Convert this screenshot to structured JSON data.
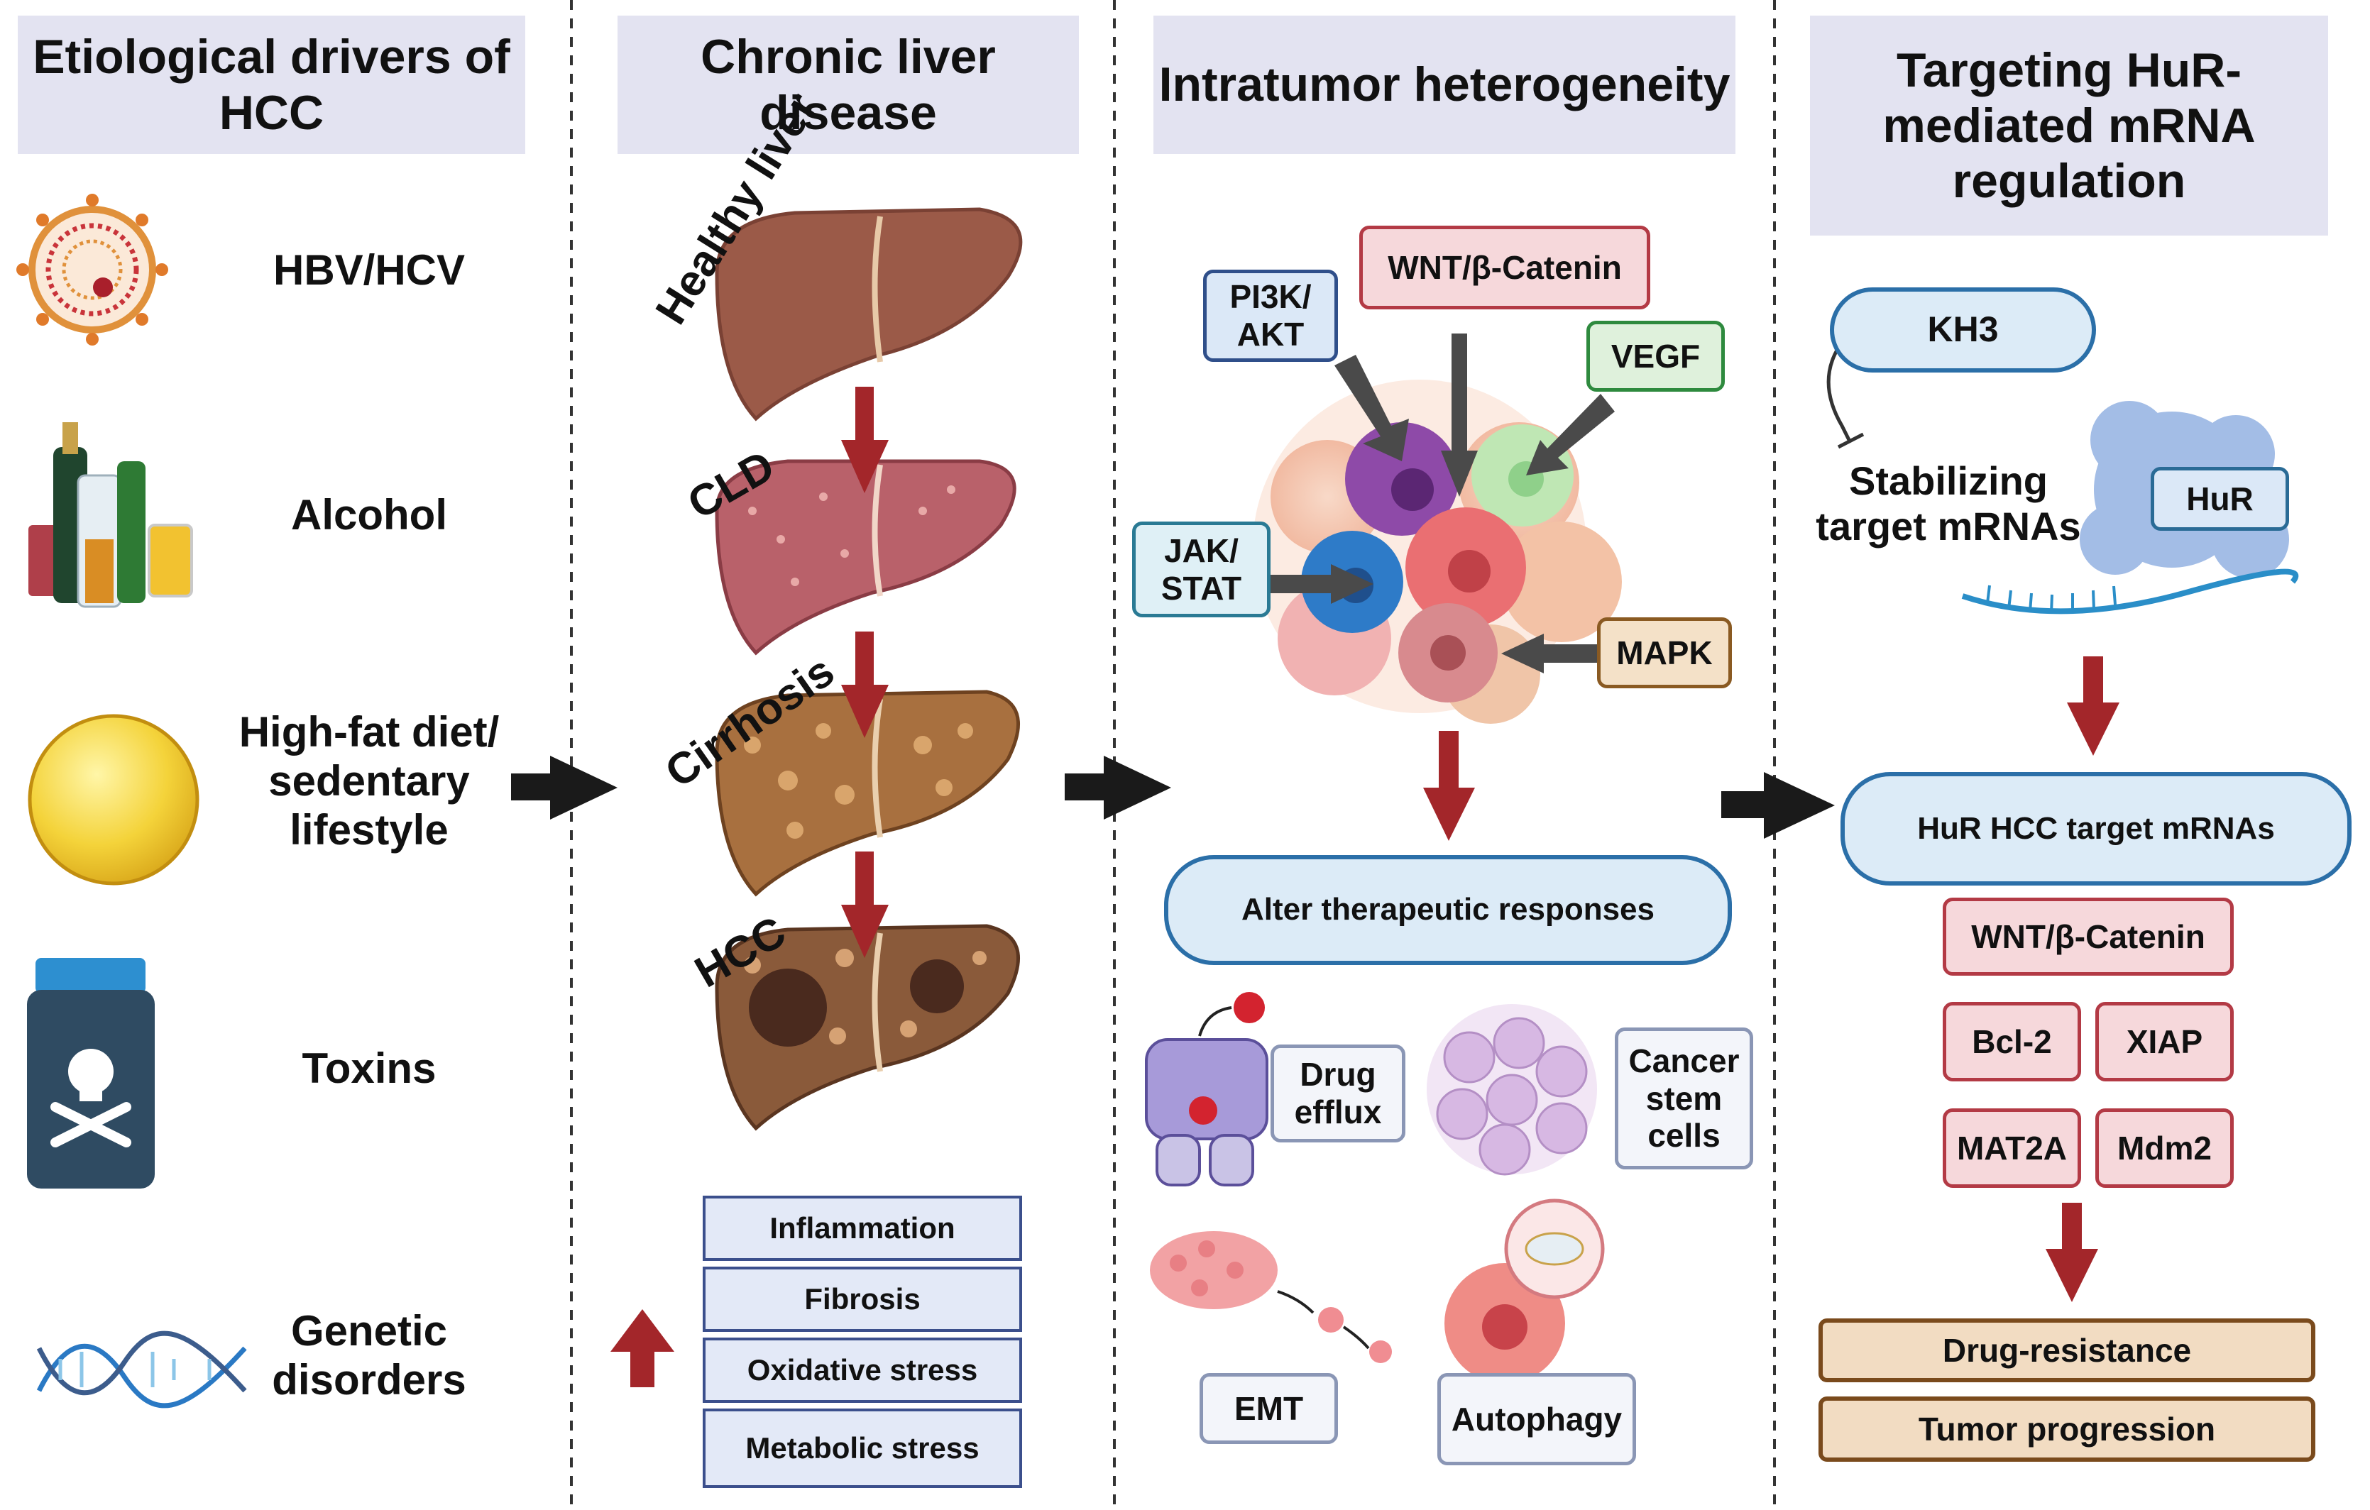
{
  "columns": {
    "col1": {
      "title": "Etiological drivers of HCC"
    },
    "col2": {
      "title": "Chronic liver disease"
    },
    "col3": {
      "title": "Intratumor heterogeneity"
    },
    "col4": {
      "title": "Targeting HuR-mediated mRNA regulation"
    }
  },
  "drivers": [
    "HBV/HCV",
    "Alcohol",
    "High-fat diet/ sedentary lifestyle",
    "Toxins",
    "Genetic disorders"
  ],
  "liver_stages": [
    "Healthy liver",
    "CLD",
    "Cirrhosis",
    "HCC"
  ],
  "stress_factors": [
    "Inflammation",
    "Fibrosis",
    "Oxidative stress",
    "Metabolic stress"
  ],
  "pathways": {
    "pi3k": "PI3K/ AKT",
    "wnt": "WNT/β-Catenin",
    "vegf": "VEGF",
    "jak": "JAK/ STAT",
    "mapk": "MAPK"
  },
  "therapeutic": "Alter therapeutic responses",
  "mechanisms": {
    "drug_efflux": "Drug efflux",
    "csc": "Cancer stem cells",
    "emt": "EMT",
    "autophagy": "Autophagy"
  },
  "hur": {
    "kh3": "KH3",
    "stabilizing": "Stabilizing target mRNAs",
    "hur": "HuR",
    "targets": "HuR HCC target mRNAs",
    "genes": [
      "WNT/β-Catenin",
      "Bcl-2",
      "XIAP",
      "MAT2A",
      "Mdm2"
    ],
    "outcomes": [
      "Drug-resistance",
      "Tumor progression"
    ]
  },
  "colors": {
    "header_bg": "#e3e3f1",
    "arrow_red": "#a3262a",
    "arrow_black": "#1a1a1a",
    "liver_healthy": "#9b5a48",
    "liver_cld": "#b9616a",
    "liver_cirrhosis": "#a8703f",
    "liver_hcc": "#8a5a3a"
  }
}
